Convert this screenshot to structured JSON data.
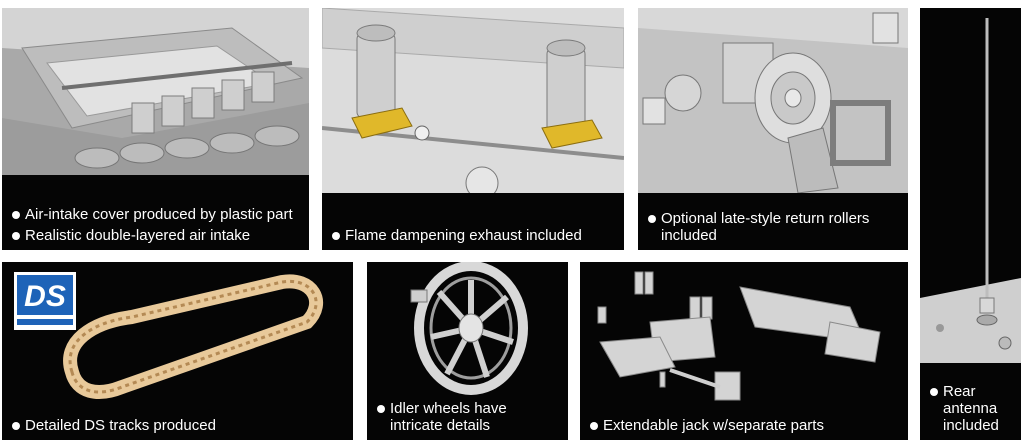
{
  "panels": {
    "air_intake": {
      "captions": [
        "Air-intake cover produced by plastic part",
        "Realistic double-layered air intake"
      ]
    },
    "exhaust": {
      "captions": [
        "Flame dampening exhaust included"
      ]
    },
    "rollers": {
      "captions": [
        "Optional late-style return rollers included"
      ]
    },
    "antenna": {
      "captions": [
        "Rear antenna included"
      ]
    },
    "tracks": {
      "logo_text": "DS",
      "captions": [
        "Detailed DS tracks produced"
      ]
    },
    "idler": {
      "captions": [
        "Idler wheels have intricate details"
      ]
    },
    "jack": {
      "captions": [
        "Extendable jack w/separate parts"
      ]
    }
  },
  "colors": {
    "panel_background": "#050505",
    "caption_text": "#ffffff",
    "render_gray": "#c9c9c9",
    "exhaust_collar": "#e0b82a",
    "track_tan": "#e8c99a",
    "logo_blue": "#1e63b8"
  }
}
